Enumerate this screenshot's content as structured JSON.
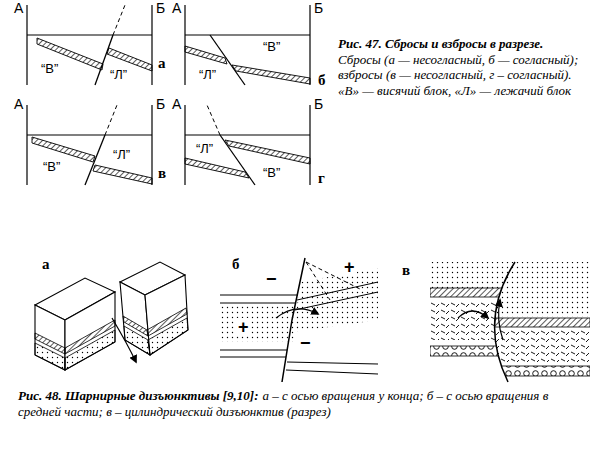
{
  "diagram": {
    "labels": [
      "А",
      "Б",
      "“В”",
      "“Л”",
      "а",
      "А",
      "Б",
      "“Л”",
      "“В”",
      "б",
      "А",
      "Б",
      "“В”",
      "“Л”",
      "в",
      "А",
      "Б",
      "“Л”",
      "“В”",
      "г",
      "Рис. 47. Сбросы и взбросы в разрезе.",
      "Сбросы (а — несогласный, б — согласный); взбросы (в — несогласный, г – согласный). «В» — висячий блок, «Л» — лежачий блок",
      "а",
      "б",
      "в",
      "−",
      "+",
      "+",
      "−",
      "Рис. 48. Шарнирные дизъюнктивы [9,10]:",
      "а – с осью вращения у конца; б – с осью вращения в средней части; в – цилиндрический дизъюнктив (разрез)"
    ]
  }
}
